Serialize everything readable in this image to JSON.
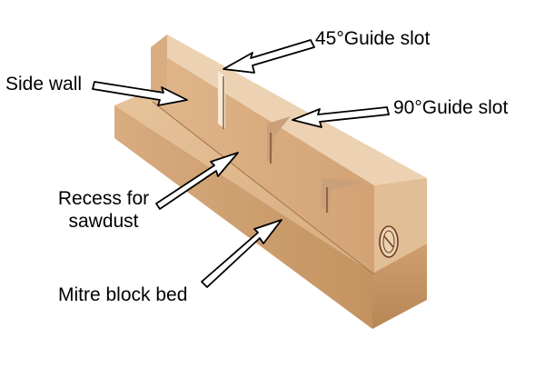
{
  "diagram": {
    "colors": {
      "wood_top": "#ddb58e",
      "wood_front": "#cfa277",
      "wood_back_face": "#e6c59f",
      "wall_front": "#d9ab7c",
      "wall_top": "#ecd2b2",
      "wall_end": "#c99a6a",
      "slot_dark": "#8a5f3a",
      "arrow_fill": "#ffffff",
      "arrow_stroke": "#000000",
      "logo_stamp": "#6b3e1e"
    },
    "labels": {
      "side_wall": "Side wall",
      "guide_slot_45": "45°Guide slot",
      "guide_slot_90": "90°Guide slot",
      "recess_line1": "Recess for",
      "recess_line2": "sawdust",
      "mitre_block_bed": "Mitre block bed"
    }
  }
}
